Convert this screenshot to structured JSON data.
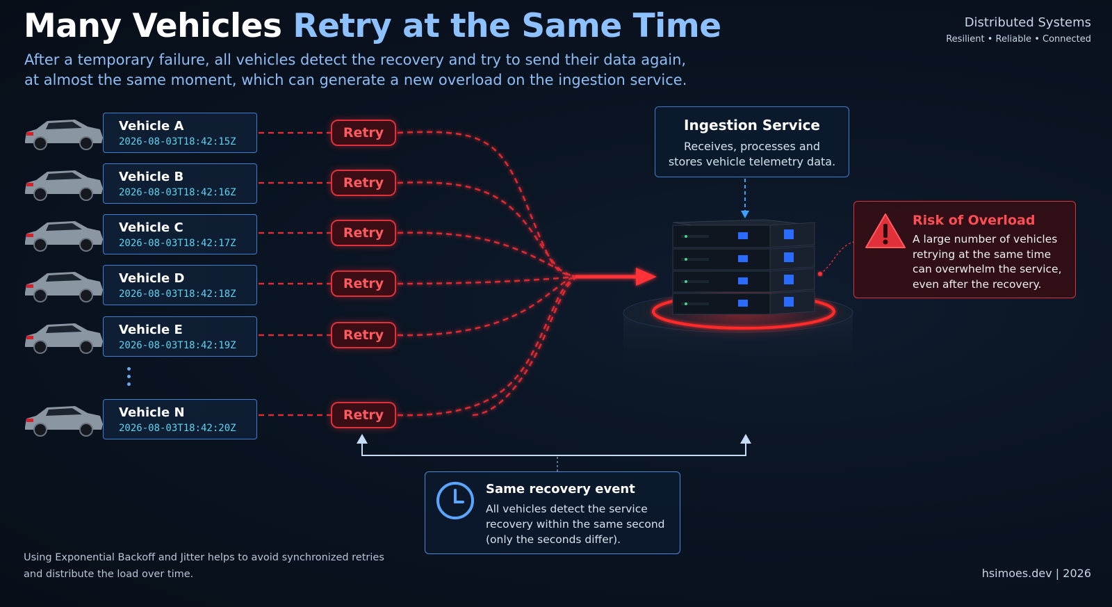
{
  "header": {
    "title_part1": "Many Vehicles ",
    "title_part2": "Retry at the Same Time",
    "subtitle_line1": "After a temporary failure, all vehicles detect the recovery and try to send their data again,",
    "subtitle_line2": "at almost the same moment, which can generate a new overload on the ingestion service."
  },
  "brand": {
    "name": "Distributed Systems",
    "tagline": "Resilient • Reliable • Connected"
  },
  "vehicles": [
    {
      "name": "Vehicle A",
      "timestamp": "2026-08-03T18:42:15Z"
    },
    {
      "name": "Vehicle B",
      "timestamp": "2026-08-03T18:42:16Z"
    },
    {
      "name": "Vehicle C",
      "timestamp": "2026-08-03T18:42:17Z"
    },
    {
      "name": "Vehicle D",
      "timestamp": "2026-08-03T18:42:18Z"
    },
    {
      "name": "Vehicle E",
      "timestamp": "2026-08-03T18:42:19Z"
    },
    {
      "name": "Vehicle N",
      "timestamp": "2026-08-03T18:42:20Z"
    }
  ],
  "retry_label": "Retry",
  "ingestion": {
    "title": "Ingestion Service",
    "desc_line1": "Receives, processes and",
    "desc_line2": "stores vehicle telemetry data."
  },
  "risk": {
    "title": "Risk of Overload",
    "description": "A large number of vehicles retrying at the same time can overwhelm the service, even after the recovery."
  },
  "recovery": {
    "title": "Same recovery event",
    "description": "All vehicles detect the service recovery within the same second (only the seconds differ)."
  },
  "footer": {
    "note_line1": "Using Exponential Backoff and Jitter helps to avoid synchronized retries",
    "note_line2": "and distribute the load over time.",
    "credit": "hsimoes.dev  |  2026"
  },
  "colors": {
    "accent_blue": "#8ec1ff",
    "alert_red": "#e0313b",
    "timestamp_cyan": "#5fd3f0"
  },
  "icons": [
    "car-icon",
    "warning-icon",
    "clock-icon",
    "server-icon",
    "arrow-icon"
  ]
}
